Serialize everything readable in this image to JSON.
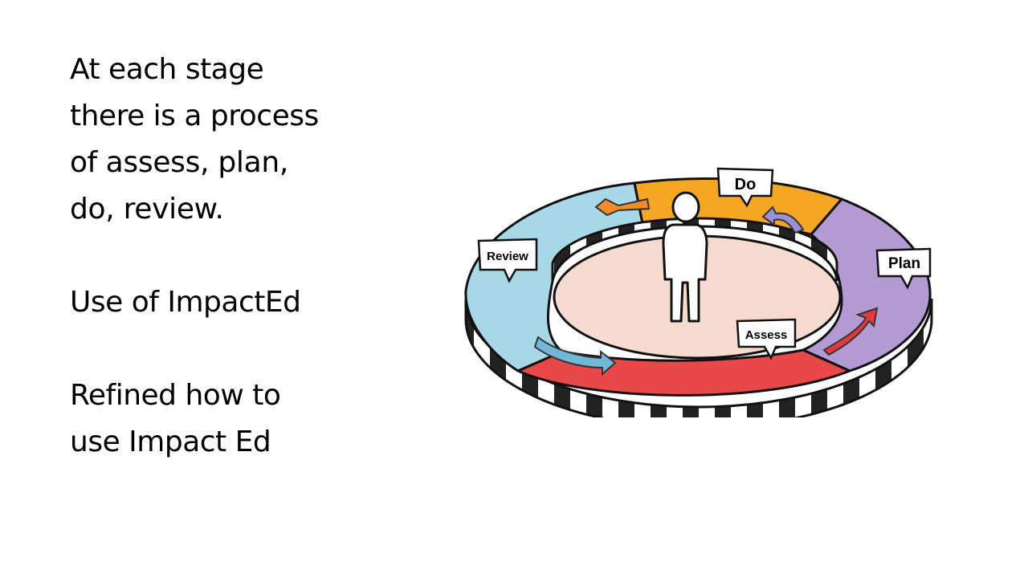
{
  "text": {
    "line1": "At each stage",
    "line2": "there is a process",
    "line3_prefix": "of ",
    "line3_emphasis": "assess, plan,",
    "line4_emphasis": "do, review.",
    "use_of": "Use of ImpactEd",
    "refined_line1": "Refined how to",
    "refined_line2": "use Impact Ed"
  },
  "diagram": {
    "labels": {
      "do": "Do",
      "plan": "Plan",
      "assess": "Assess",
      "review": "Review"
    },
    "colors": {
      "do": "#F5A623",
      "plan": "#B49AD2",
      "assess": "#E84848",
      "review": "#A8D8E8",
      "center": "#F6D9CF"
    }
  }
}
